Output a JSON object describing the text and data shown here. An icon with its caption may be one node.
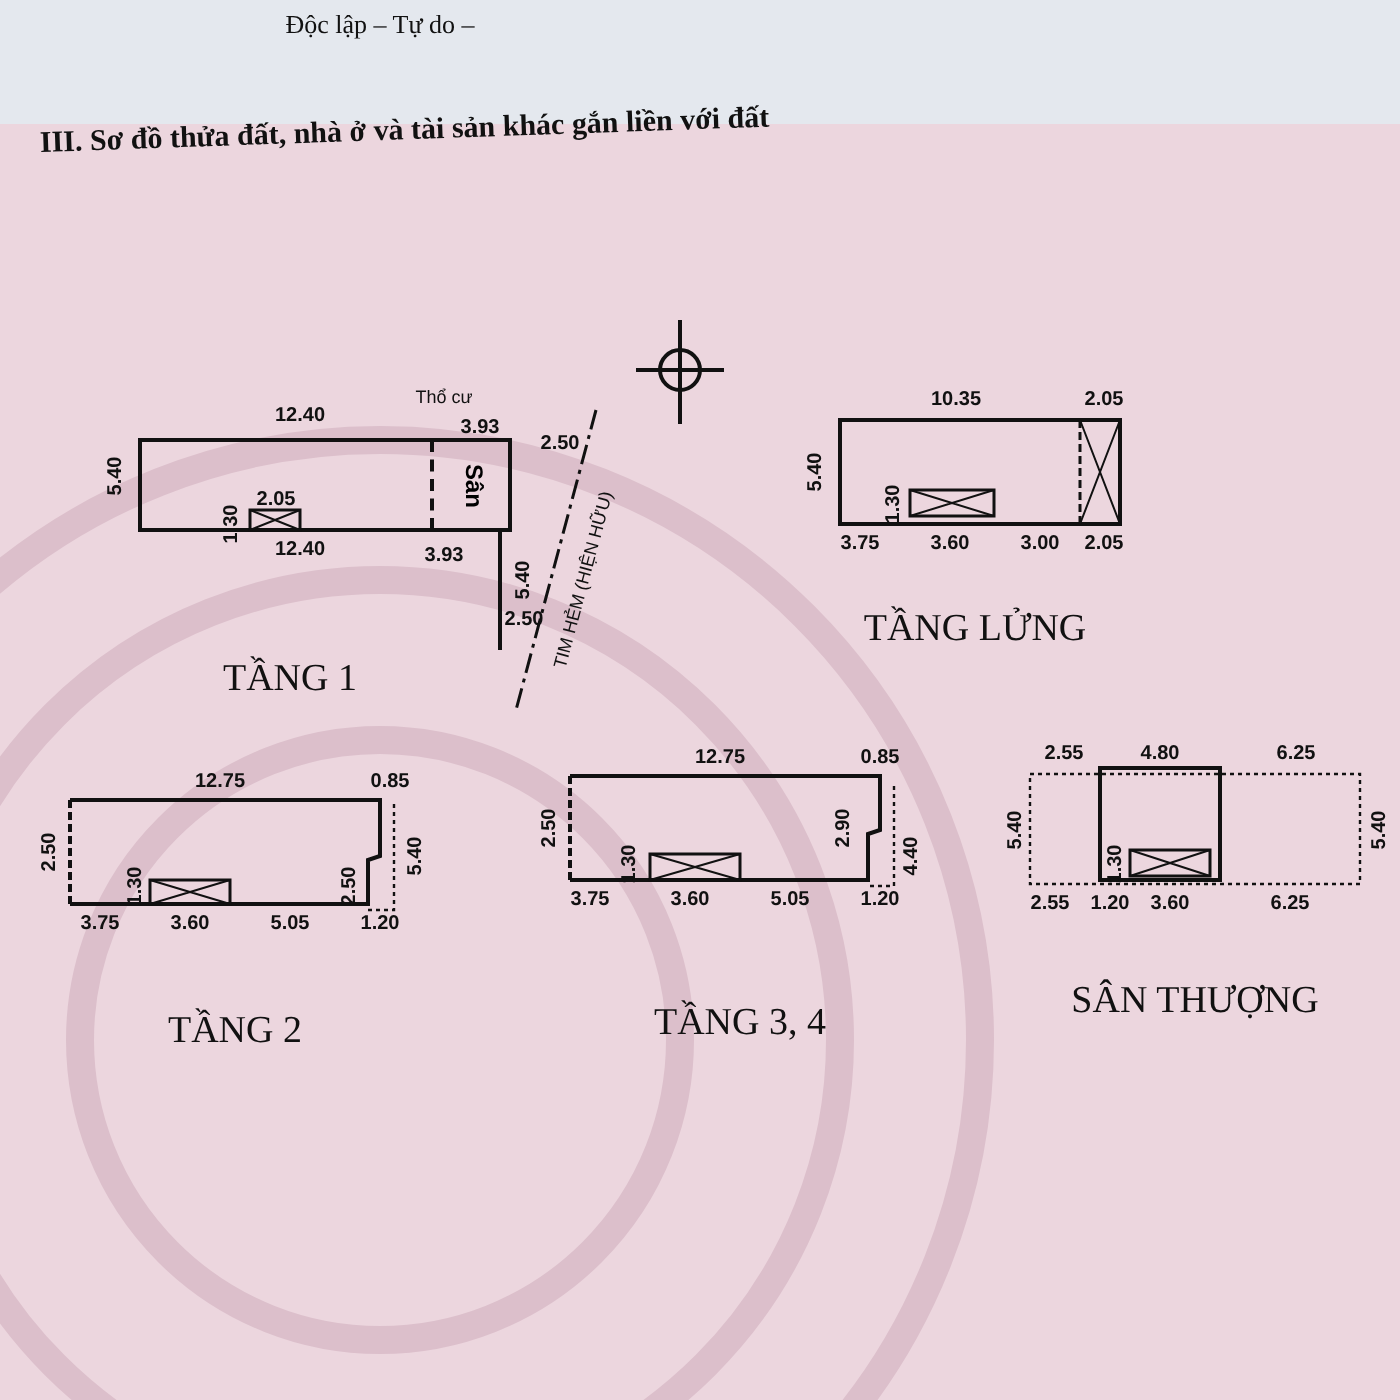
{
  "diagram": {
    "title": "III. Sơ đồ thửa đất, nhà ở và tài sản khác gắn liền với đất",
    "nodes": [
      {
        "text": [
          "TẦNG 1"
        ]
      },
      {
        "text": [
          "Sân"
        ],
        "in": 0
      },
      {
        "text": [
          "TẦNG LỬNG"
        ]
      },
      {
        "text": [
          "TẦNG 2"
        ]
      },
      {
        "text": [
          "TẦNG 3, 4"
        ]
      },
      {
        "text": [
          "SÂN THƯỢNG"
        ]
      }
    ],
    "labels": [
      "Độc lập – Tự do –",
      "12.40",
      "Thổ cư",
      "3.93",
      "2.50",
      "5.40",
      "1.30",
      "2.05",
      "5.40",
      "12.40",
      "3.93",
      "2.50",
      "TIM HẺM (HIỆN HỮU)",
      "10.35",
      "2.05",
      "5.40",
      "1.30",
      "3.75",
      "3.60",
      "3.00",
      "2.05",
      "12.75",
      "2.50",
      "0.85",
      "1.30",
      "2.50",
      "5.40",
      "3.75",
      "3.60",
      "5.05",
      "1.20",
      "12.75",
      "2.50",
      "0.85",
      "1.30",
      "2.90",
      "4.40",
      "3.75",
      "3.60",
      "5.05",
      "1.20",
      "2.55",
      "4.80",
      "6.25",
      "5.40",
      "1.30",
      "5.40",
      "2.55",
      "1.20",
      "3.60",
      "6.25"
    ]
  }
}
